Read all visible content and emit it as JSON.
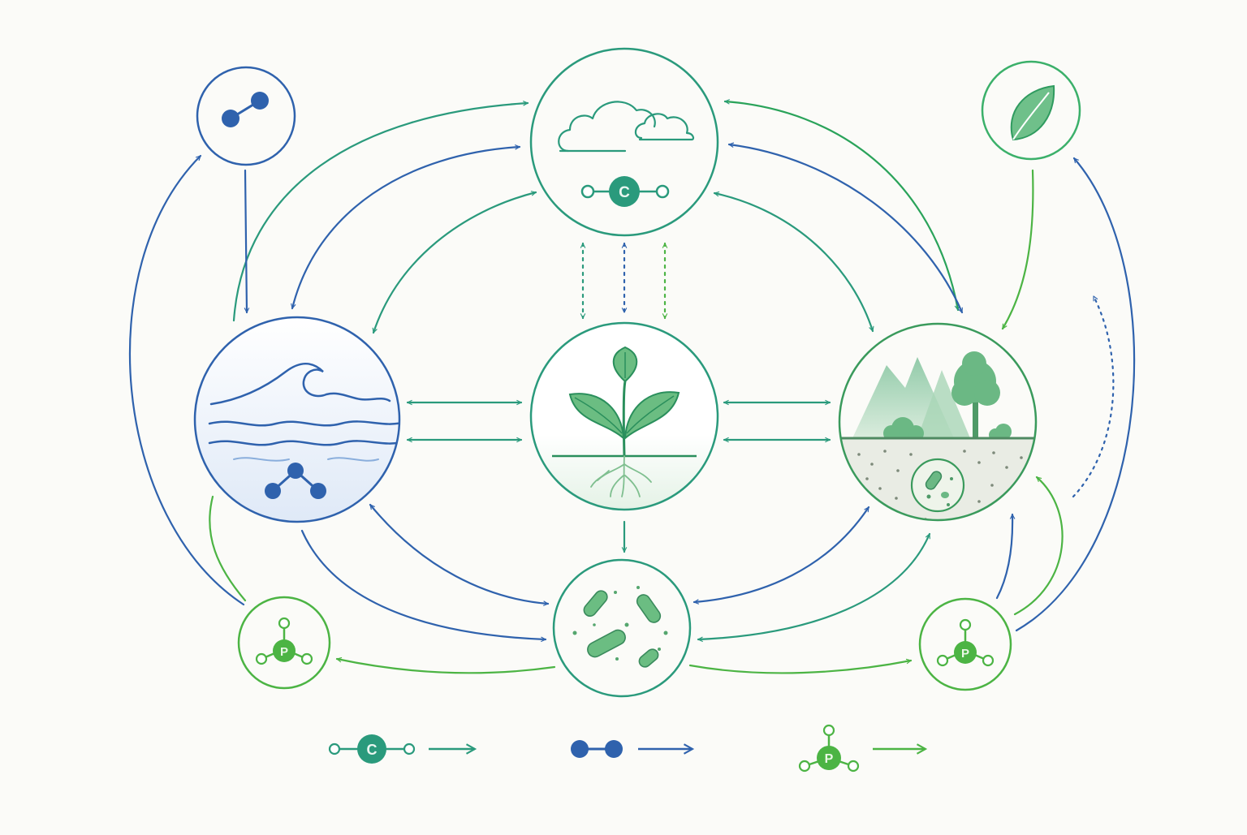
{
  "colors": {
    "carbon": "#2a9a7c",
    "nitrogen": "#2f62ad",
    "phosphorus": "#4cb444",
    "background": "#fbfbf8",
    "water_fill": "#e6eef9",
    "soil_fill": "#e9ece4"
  },
  "atom_labels": {
    "carbon": "C",
    "phosphorus": "P"
  },
  "nodes": [
    {
      "id": "atmosphere",
      "icon": "cloud-icon",
      "element": "carbon"
    },
    {
      "id": "nitrogen-source",
      "icon": "n2-molecule-icon",
      "element": "nitrogen"
    },
    {
      "id": "leaf-source",
      "icon": "leaf-icon",
      "element": "phosphorus"
    },
    {
      "id": "ocean",
      "icon": "wave-icon",
      "element": "nitrogen"
    },
    {
      "id": "plant",
      "icon": "sprout-icon",
      "element": "carbon"
    },
    {
      "id": "land-soil",
      "icon": "landscape-icon",
      "element": "carbon"
    },
    {
      "id": "microbes",
      "icon": "bacteria-icon",
      "element": "carbon"
    },
    {
      "id": "phosphate-left",
      "icon": "phosphate-molecule-icon",
      "element": "phosphorus"
    },
    {
      "id": "phosphate-right",
      "icon": "phosphate-molecule-icon",
      "element": "phosphorus"
    }
  ],
  "legend": [
    {
      "element": "carbon",
      "icon": "carbon-molecule-icon"
    },
    {
      "element": "nitrogen",
      "icon": "nitrogen-molecule-icon"
    },
    {
      "element": "phosphorus",
      "icon": "phosphate-molecule-icon"
    }
  ]
}
